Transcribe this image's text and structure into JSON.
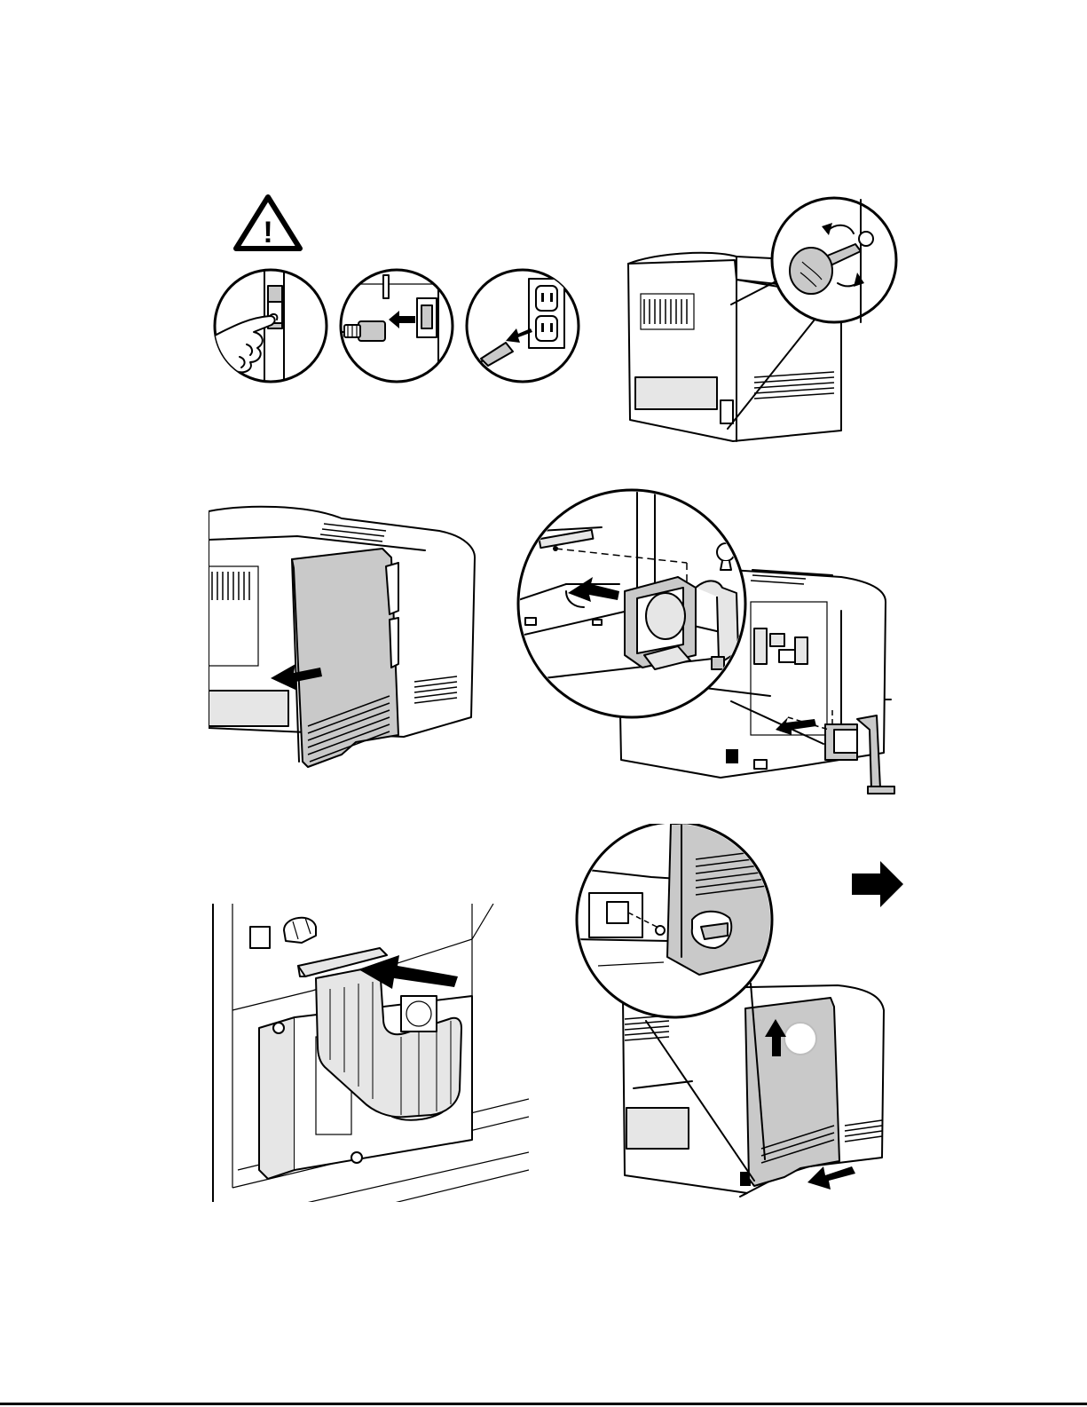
{
  "page": {
    "steps": [
      {
        "name": "step-1-power-off"
      },
      {
        "name": "step-2-remove-cover"
      },
      {
        "name": "step-3-connect-cable"
      }
    ]
  },
  "icons": {
    "warning": "warning-triangle-icon",
    "next_page": "arrow-right-icon",
    "warning_mark": "!"
  },
  "colors": {
    "line": "#000000",
    "panel_gray": "#c9c9c9",
    "background": "#ffffff"
  }
}
